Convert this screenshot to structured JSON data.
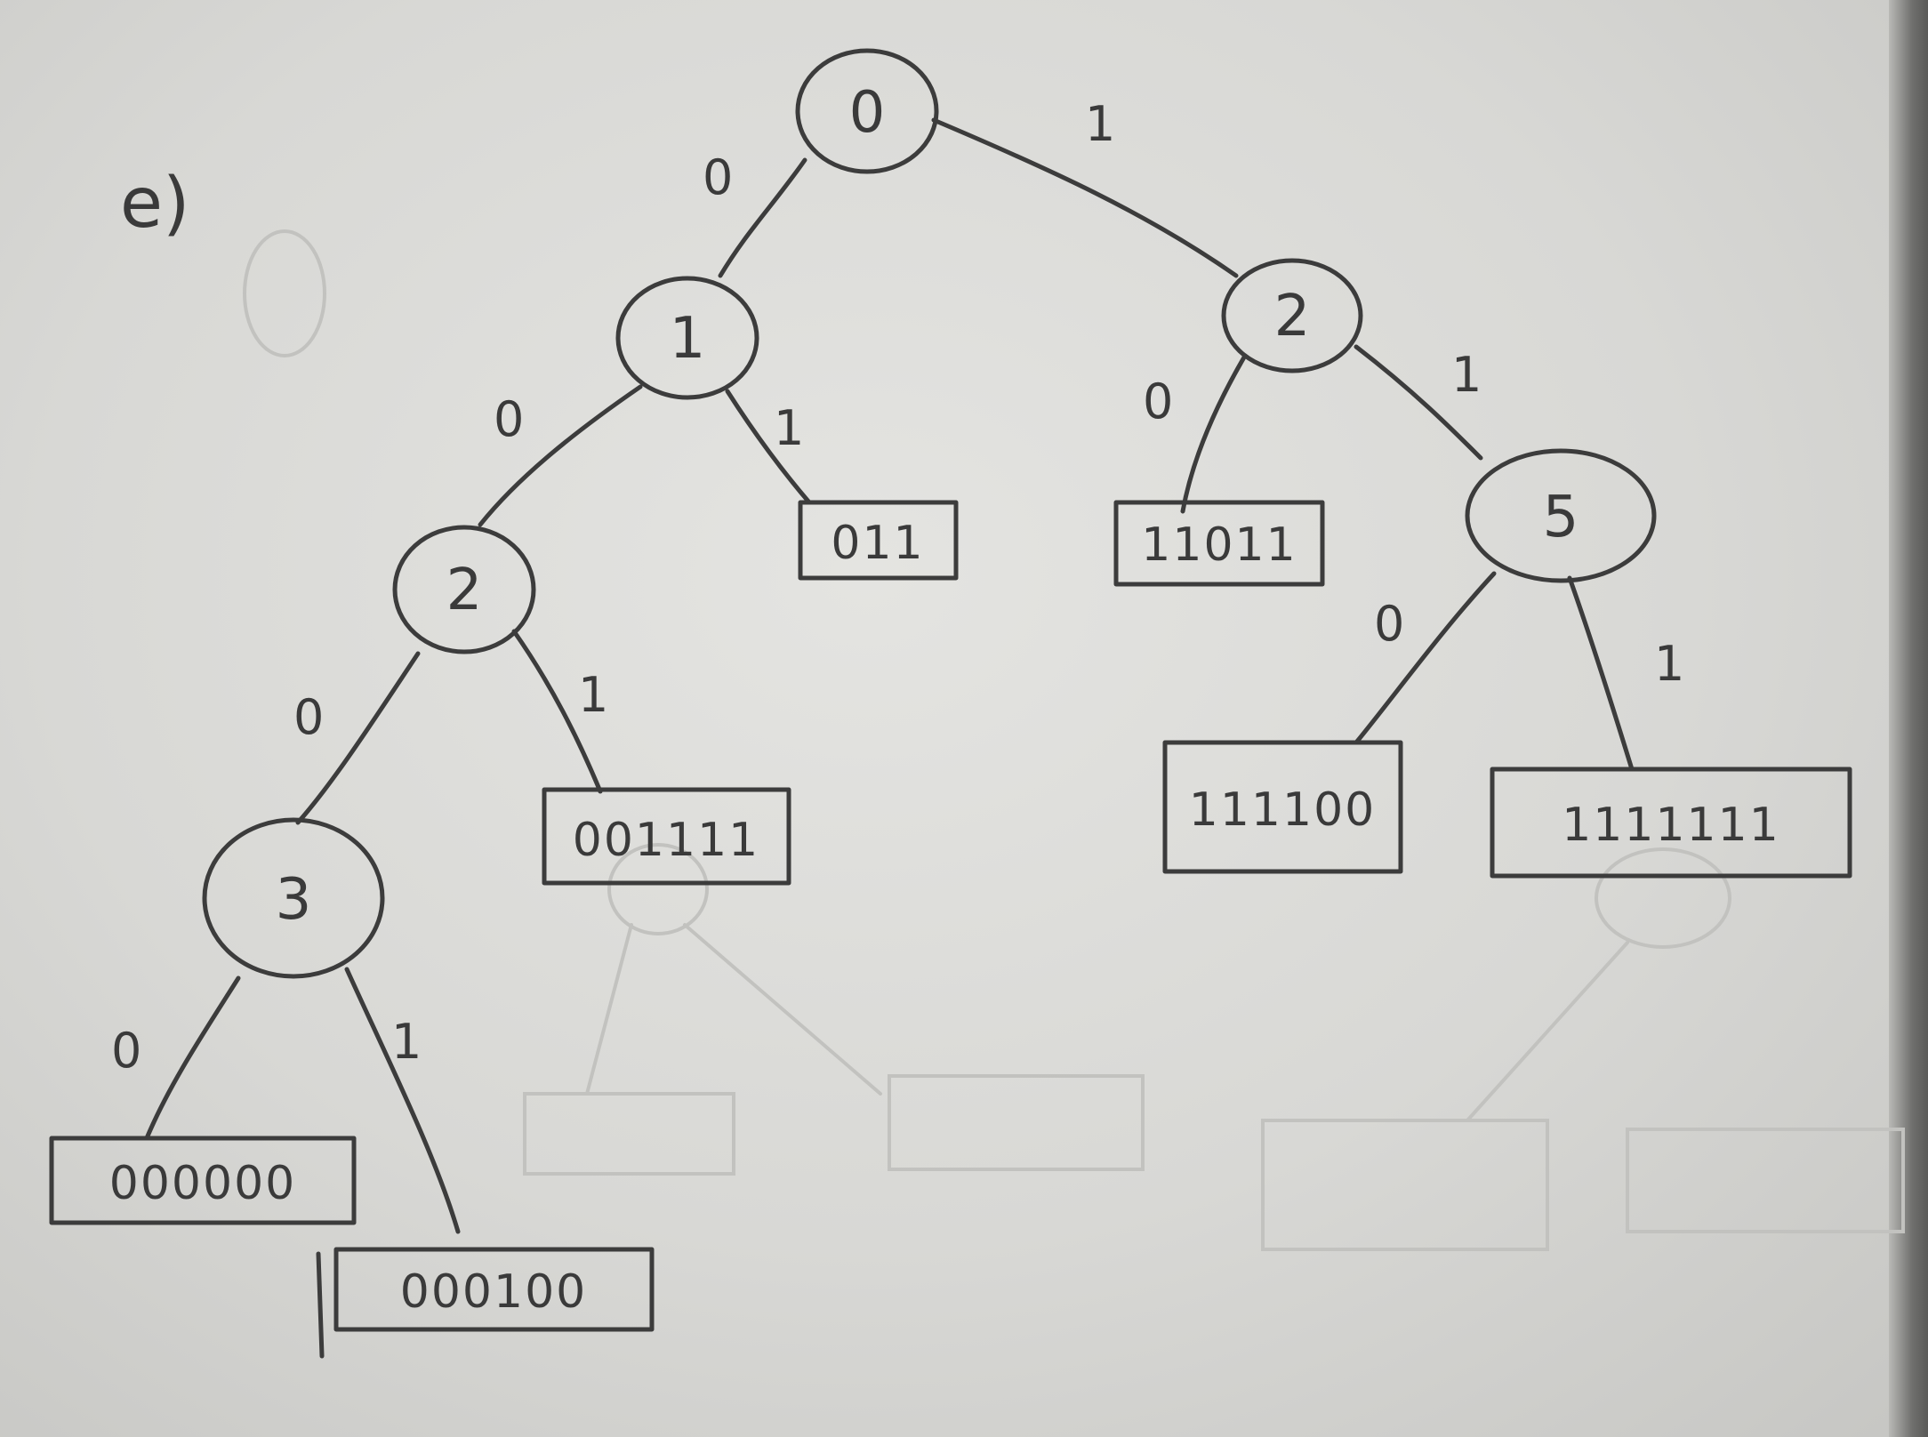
{
  "part_label": "e)",
  "nodes": [
    {
      "id": "n0",
      "label": "0"
    },
    {
      "id": "n1",
      "label": "1"
    },
    {
      "id": "n2r",
      "label": "2"
    },
    {
      "id": "n2l",
      "label": "2"
    },
    {
      "id": "n5",
      "label": "5"
    },
    {
      "id": "n3",
      "label": "3"
    }
  ],
  "leaves": [
    {
      "id": "l011",
      "label": "011"
    },
    {
      "id": "l11011",
      "label": "11011"
    },
    {
      "id": "l001111",
      "label": "001111"
    },
    {
      "id": "l111100",
      "label": "111100"
    },
    {
      "id": "l1111111",
      "label": "1111111"
    },
    {
      "id": "l000000",
      "label": "000000"
    },
    {
      "id": "l000100",
      "label": "000100"
    }
  ],
  "edges": [
    {
      "from": "n0",
      "to": "n1",
      "label": "0"
    },
    {
      "from": "n0",
      "to": "n2r",
      "label": "1"
    },
    {
      "from": "n1",
      "to": "n2l",
      "label": "0"
    },
    {
      "from": "n1",
      "to": "l011",
      "label": "1"
    },
    {
      "from": "n2r",
      "to": "l11011",
      "label": "0"
    },
    {
      "from": "n2r",
      "to": "n5",
      "label": "1"
    },
    {
      "from": "n2l",
      "to": "n3",
      "label": "0"
    },
    {
      "from": "n2l",
      "to": "l001111",
      "label": "1"
    },
    {
      "from": "n5",
      "to": "l111100",
      "label": "0"
    },
    {
      "from": "n5",
      "to": "l1111111",
      "label": "1"
    },
    {
      "from": "n3",
      "to": "l000000",
      "label": "0"
    },
    {
      "from": "n3",
      "to": "l000100",
      "label": "1"
    }
  ],
  "colors": {
    "pencil": "#3c3c3c",
    "paper": "#dcdcd9"
  }
}
